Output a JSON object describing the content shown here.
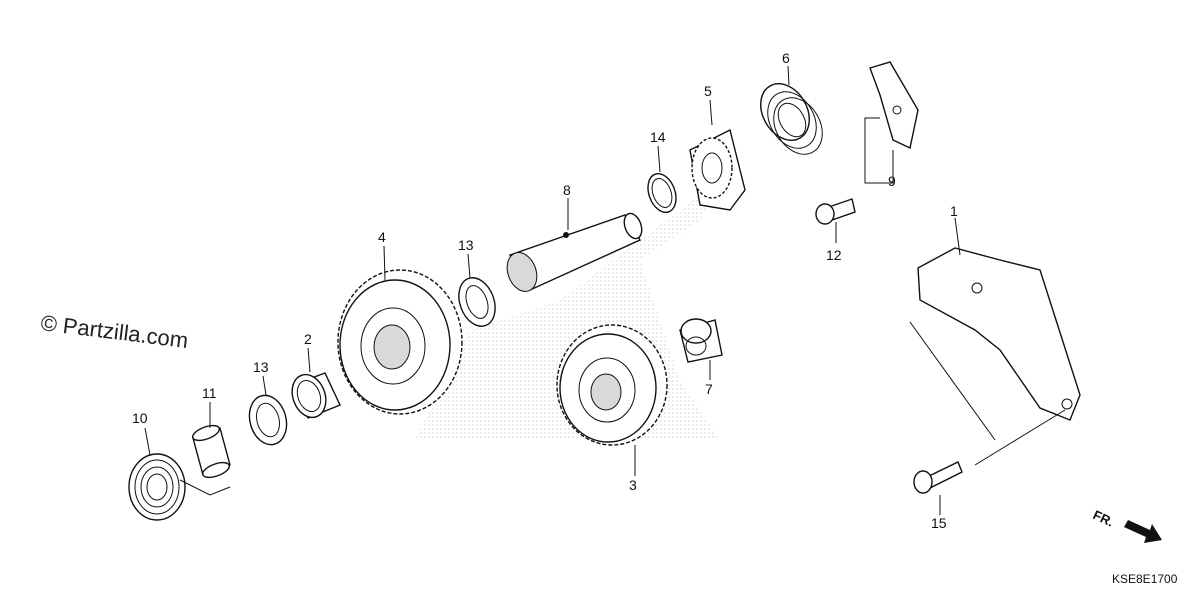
{
  "watermark": "© Partzilla.com",
  "diagram_code": "KSE8E1700",
  "direction_label": "FR.",
  "callouts": {
    "c1": "1",
    "c2": "2",
    "c3": "3",
    "c4": "4",
    "c5": "5",
    "c6": "6",
    "c7": "7",
    "c8": "8",
    "c9": "9",
    "c10": "10",
    "c11": "11",
    "c12": "12",
    "c13a": "13",
    "c13b": "13",
    "c14": "14",
    "c15": "15"
  }
}
